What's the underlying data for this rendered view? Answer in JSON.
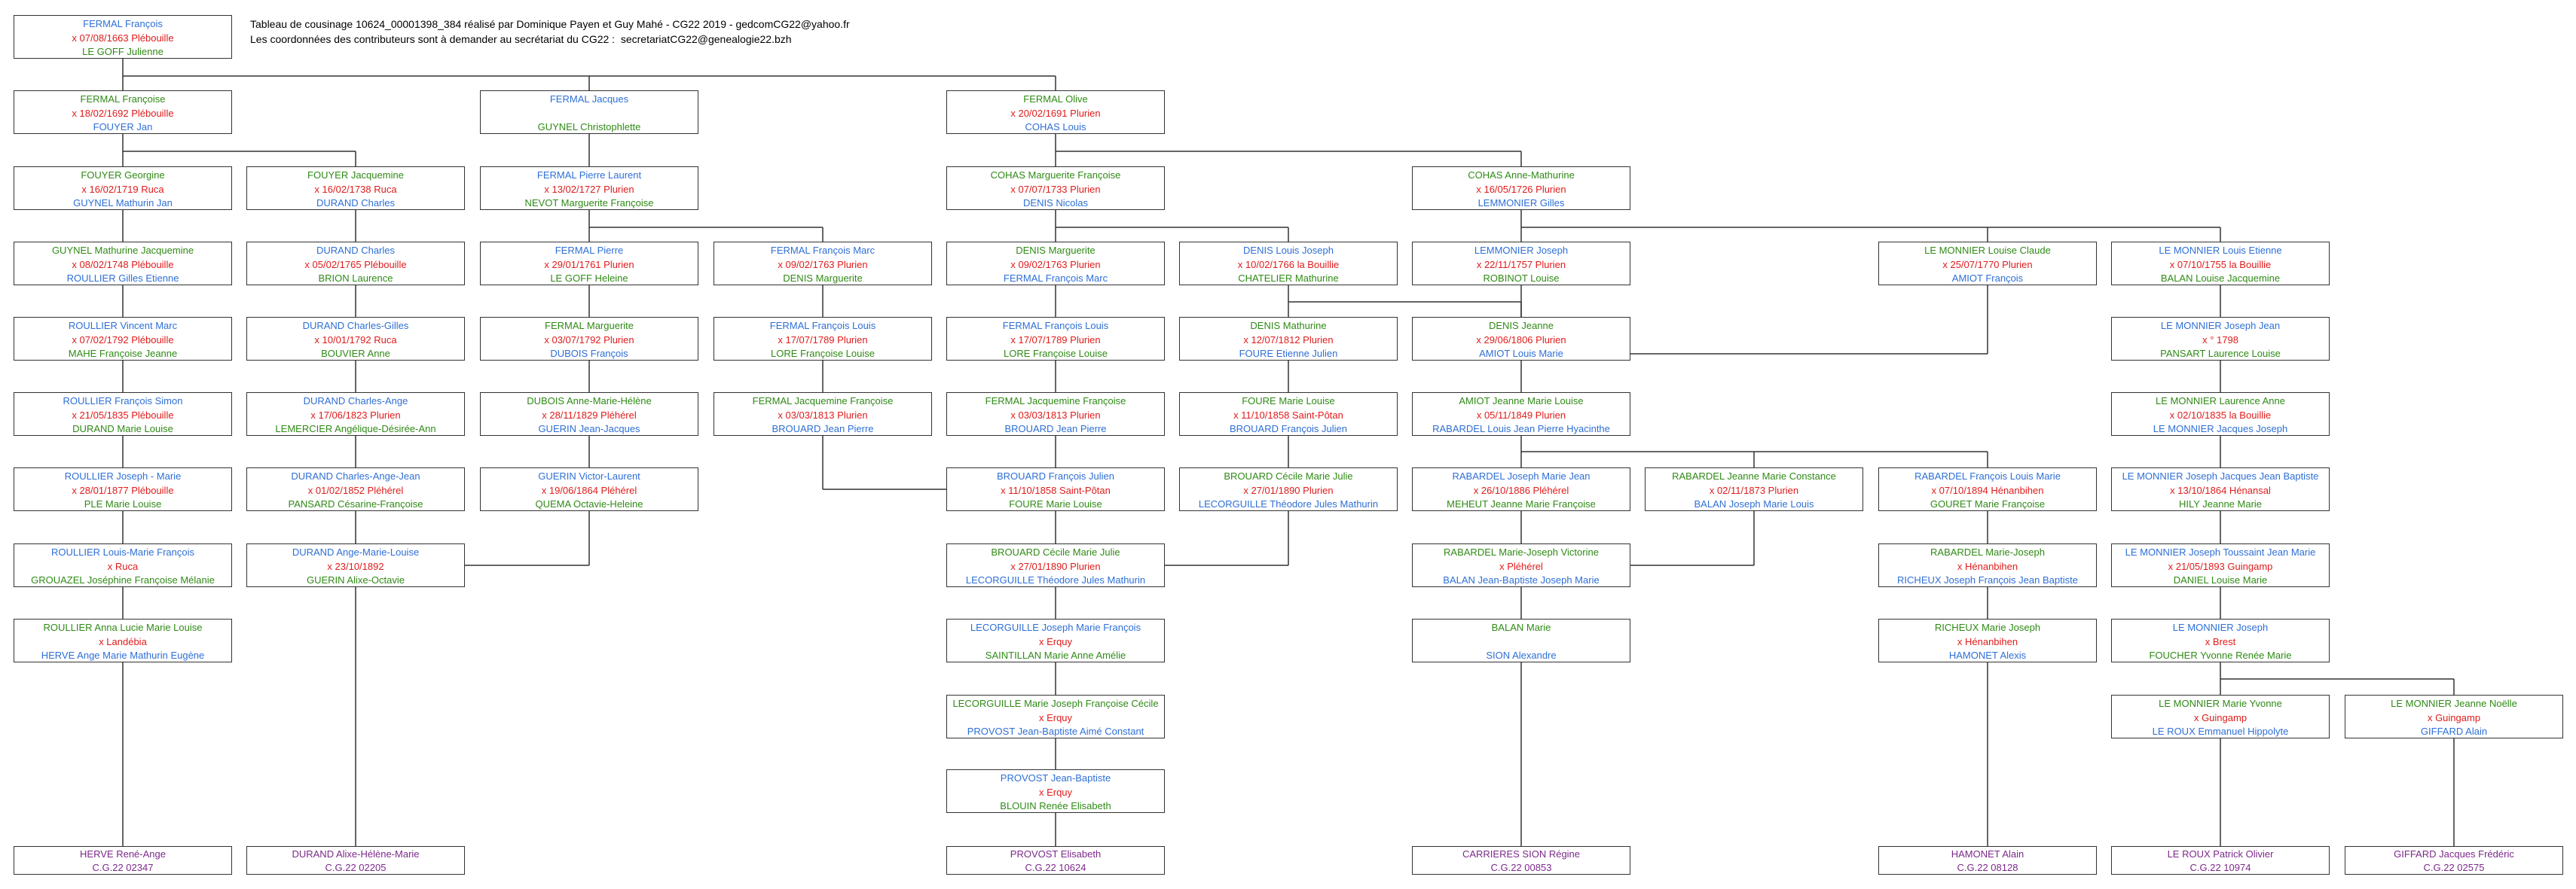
{
  "header": {
    "line1": "Tableau de cousinage 10624_00001398_384 réalisé par Dominique Payen et Guy Mahé - CG22 2019 - gedcomCG22@yahoo.fr",
    "line2": "Les coordonnées des contributeurs sont à demander au secrétariat du CG22 :  secretariatCG22@genealogie22.bzh"
  },
  "colors": {
    "blue": "#2e6fd6",
    "red": "#e01b1b",
    "green": "#2f8a16",
    "purple": "#7b2a8a"
  },
  "boxes": [
    {
      "id": "a1",
      "lines": [
        {
          "t": "FERMAL François",
          "c": "blue"
        },
        {
          "t": "x 07/08/1663 Plébouille",
          "c": "red"
        },
        {
          "t": "LE GOFF Julienne",
          "c": "green"
        }
      ]
    },
    {
      "id": "b1",
      "lines": [
        {
          "t": "FERMAL Françoise",
          "c": "green"
        },
        {
          "t": "x 18/02/1692 Plébouille",
          "c": "red"
        },
        {
          "t": "FOUYER Jan",
          "c": "blue"
        }
      ]
    },
    {
      "id": "b3",
      "lines": [
        {
          "t": "FERMAL Jacques",
          "c": "blue"
        },
        {
          "t": "",
          "c": "red"
        },
        {
          "t": "GUYNEL Christophlette",
          "c": "green"
        }
      ]
    },
    {
      "id": "b5",
      "lines": [
        {
          "t": "FERMAL Olive",
          "c": "green"
        },
        {
          "t": "x 20/02/1691 Plurien",
          "c": "red"
        },
        {
          "t": "COHAS Louis",
          "c": "blue"
        }
      ]
    },
    {
      "id": "c1",
      "lines": [
        {
          "t": "FOUYER Georgine",
          "c": "green"
        },
        {
          "t": "x 16/02/1719 Ruca",
          "c": "red"
        },
        {
          "t": "GUYNEL Mathurin Jan",
          "c": "blue"
        }
      ]
    },
    {
      "id": "c2",
      "lines": [
        {
          "t": "FOUYER Jacquemine",
          "c": "green"
        },
        {
          "t": "x 16/02/1738 Ruca",
          "c": "red"
        },
        {
          "t": "DURAND Charles",
          "c": "blue"
        }
      ]
    },
    {
      "id": "c3",
      "lines": [
        {
          "t": "FERMAL Pierre Laurent",
          "c": "blue"
        },
        {
          "t": "x 13/02/1727 Plurien",
          "c": "red"
        },
        {
          "t": "NEVOT Marguerite Françoise",
          "c": "green"
        }
      ]
    },
    {
      "id": "c5",
      "lines": [
        {
          "t": "COHAS Marguerite Françoise",
          "c": "green"
        },
        {
          "t": "x 07/07/1733 Plurien",
          "c": "red"
        },
        {
          "t": "DENIS Nicolas",
          "c": "blue"
        }
      ]
    },
    {
      "id": "c7",
      "lines": [
        {
          "t": "COHAS Anne-Mathurine",
          "c": "green"
        },
        {
          "t": "x 16/05/1726 Plurien",
          "c": "red"
        },
        {
          "t": "LEMMONIER Gilles",
          "c": "blue"
        }
      ]
    },
    {
      "id": "d1",
      "lines": [
        {
          "t": "GUYNEL Mathurine Jacquemine",
          "c": "green"
        },
        {
          "t": "x 08/02/1748 Plébouille",
          "c": "red"
        },
        {
          "t": "ROULLIER Gilles Etienne",
          "c": "blue"
        }
      ]
    },
    {
      "id": "d2",
      "lines": [
        {
          "t": "DURAND Charles",
          "c": "blue"
        },
        {
          "t": "x 05/02/1765 Plébouille",
          "c": "red"
        },
        {
          "t": "BRION Laurence",
          "c": "green"
        }
      ]
    },
    {
      "id": "d3",
      "lines": [
        {
          "t": "FERMAL Pierre",
          "c": "blue"
        },
        {
          "t": "x 29/01/1761 Plurien",
          "c": "red"
        },
        {
          "t": "LE GOFF Heleine",
          "c": "green"
        }
      ]
    },
    {
      "id": "d4",
      "lines": [
        {
          "t": "FERMAL François Marc",
          "c": "blue"
        },
        {
          "t": "x 09/02/1763 Plurien",
          "c": "red"
        },
        {
          "t": "DENIS Marguerite",
          "c": "green"
        }
      ]
    },
    {
      "id": "d5",
      "lines": [
        {
          "t": "DENIS Marguerite",
          "c": "green"
        },
        {
          "t": "x 09/02/1763 Plurien",
          "c": "red"
        },
        {
          "t": "FERMAL François Marc",
          "c": "blue"
        }
      ]
    },
    {
      "id": "d6",
      "lines": [
        {
          "t": "DENIS Louis Joseph",
          "c": "blue"
        },
        {
          "t": "x 10/02/1766 la Bouillie",
          "c": "red"
        },
        {
          "t": "CHATELIER Mathurine",
          "c": "green"
        }
      ]
    },
    {
      "id": "d7",
      "lines": [
        {
          "t": "LEMMONIER Joseph",
          "c": "blue"
        },
        {
          "t": "x 22/11/1757 Plurien",
          "c": "red"
        },
        {
          "t": "ROBINOT Louise",
          "c": "green"
        }
      ]
    },
    {
      "id": "d9",
      "lines": [
        {
          "t": "LE MONNIER Louise Claude",
          "c": "green"
        },
        {
          "t": "x 25/07/1770 Plurien",
          "c": "red"
        },
        {
          "t": "AMIOT François",
          "c": "blue"
        }
      ]
    },
    {
      "id": "d10",
      "lines": [
        {
          "t": "LE MONNIER Louis Etienne",
          "c": "blue"
        },
        {
          "t": "x 07/10/1755 la Bouillie",
          "c": "red"
        },
        {
          "t": "BALAN Louise Jacquemine",
          "c": "green"
        }
      ]
    },
    {
      "id": "e1",
      "lines": [
        {
          "t": "ROULLIER Vincent Marc",
          "c": "blue"
        },
        {
          "t": "x 07/02/1792 Plébouille",
          "c": "red"
        },
        {
          "t": "MAHE Françoise Jeanne",
          "c": "green"
        }
      ]
    },
    {
      "id": "e2",
      "lines": [
        {
          "t": "DURAND Charles-Gilles",
          "c": "blue"
        },
        {
          "t": "x 10/01/1792 Ruca",
          "c": "red"
        },
        {
          "t": "BOUVIER Anne",
          "c": "green"
        }
      ]
    },
    {
      "id": "e3",
      "lines": [
        {
          "t": "FERMAL Marguerite",
          "c": "green"
        },
        {
          "t": "x 03/07/1792 Plurien",
          "c": "red"
        },
        {
          "t": "DUBOIS François",
          "c": "blue"
        }
      ]
    },
    {
      "id": "e4",
      "lines": [
        {
          "t": "FERMAL François Louis",
          "c": "blue"
        },
        {
          "t": "x 17/07/1789 Plurien",
          "c": "red"
        },
        {
          "t": "LORE Françoise Louise",
          "c": "green"
        }
      ]
    },
    {
      "id": "e5",
      "lines": [
        {
          "t": "FERMAL François Louis",
          "c": "blue"
        },
        {
          "t": "x 17/07/1789 Plurien",
          "c": "red"
        },
        {
          "t": "LORE Françoise Louise",
          "c": "green"
        }
      ]
    },
    {
      "id": "e6",
      "lines": [
        {
          "t": "DENIS Mathurine",
          "c": "green"
        },
        {
          "t": "x 12/07/1812 Plurien",
          "c": "red"
        },
        {
          "t": "FOURE Etienne Julien",
          "c": "blue"
        }
      ]
    },
    {
      "id": "e7",
      "lines": [
        {
          "t": "DENIS Jeanne",
          "c": "green"
        },
        {
          "t": "x 29/06/1806 Plurien",
          "c": "red"
        },
        {
          "t": "AMIOT Louis Marie",
          "c": "blue"
        }
      ]
    },
    {
      "id": "e10",
      "lines": [
        {
          "t": "LE MONNIER Joseph Jean",
          "c": "blue"
        },
        {
          "t": "x ° 1798",
          "c": "red"
        },
        {
          "t": "PANSART Laurence Louise",
          "c": "green"
        }
      ]
    },
    {
      "id": "f1",
      "lines": [
        {
          "t": "ROULLIER François Simon",
          "c": "blue"
        },
        {
          "t": "x 21/05/1835 Plébouille",
          "c": "red"
        },
        {
          "t": "DURAND Marie Louise",
          "c": "green"
        }
      ]
    },
    {
      "id": "f2",
      "lines": [
        {
          "t": "DURAND Charles-Ange",
          "c": "blue"
        },
        {
          "t": "x 17/06/1823 Plurien",
          "c": "red"
        },
        {
          "t": "LEMERCIER Angélique-Désirée-Ann",
          "c": "green"
        }
      ]
    },
    {
      "id": "f3",
      "lines": [
        {
          "t": "DUBOIS Anne-Marie-Hélène",
          "c": "green"
        },
        {
          "t": "x 28/11/1829 Pléhérel",
          "c": "red"
        },
        {
          "t": "GUERIN Jean-Jacques",
          "c": "blue"
        }
      ]
    },
    {
      "id": "f4",
      "lines": [
        {
          "t": "FERMAL Jacquemine Françoise",
          "c": "green"
        },
        {
          "t": "x 03/03/1813 Plurien",
          "c": "red"
        },
        {
          "t": "BROUARD Jean Pierre",
          "c": "blue"
        }
      ]
    },
    {
      "id": "f5",
      "lines": [
        {
          "t": "FERMAL Jacquemine Françoise",
          "c": "green"
        },
        {
          "t": "x 03/03/1813 Plurien",
          "c": "red"
        },
        {
          "t": "BROUARD Jean Pierre",
          "c": "blue"
        }
      ]
    },
    {
      "id": "f6",
      "lines": [
        {
          "t": "FOURE Marie Louise",
          "c": "green"
        },
        {
          "t": "x 11/10/1858 Saint-Pôtan",
          "c": "red"
        },
        {
          "t": "BROUARD François Julien",
          "c": "blue"
        }
      ]
    },
    {
      "id": "f7",
      "lines": [
        {
          "t": "AMIOT Jeanne Marie Louise",
          "c": "green"
        },
        {
          "t": "x 05/11/1849 Plurien",
          "c": "red"
        },
        {
          "t": "RABARDEL Louis Jean Pierre Hyacinthe",
          "c": "blue"
        }
      ]
    },
    {
      "id": "f10",
      "lines": [
        {
          "t": "LE MONNIER Laurence Anne",
          "c": "green"
        },
        {
          "t": "x 02/10/1835 la Bouillie",
          "c": "red"
        },
        {
          "t": "LE MONNIER Jacques Joseph",
          "c": "blue"
        }
      ]
    },
    {
      "id": "g1",
      "lines": [
        {
          "t": "ROULLIER Joseph - Marie",
          "c": "blue"
        },
        {
          "t": "x 28/01/1877 Plébouille",
          "c": "red"
        },
        {
          "t": "PLE Marie Louise",
          "c": "green"
        }
      ]
    },
    {
      "id": "g2",
      "lines": [
        {
          "t": "DURAND Charles-Ange-Jean",
          "c": "blue"
        },
        {
          "t": "x 01/02/1852 Pléhérel",
          "c": "red"
        },
        {
          "t": "PANSARD Césarine-Françoise",
          "c": "green"
        }
      ]
    },
    {
      "id": "g3",
      "lines": [
        {
          "t": "GUERIN Victor-Laurent",
          "c": "blue"
        },
        {
          "t": "x 19/06/1864 Pléhérel",
          "c": "red"
        },
        {
          "t": "QUEMA Octavie-Heleine",
          "c": "green"
        }
      ]
    },
    {
      "id": "g5",
      "lines": [
        {
          "t": "BROUARD François Julien",
          "c": "blue"
        },
        {
          "t": "x 11/10/1858 Saint-Pôtan",
          "c": "red"
        },
        {
          "t": "FOURE Marie Louise",
          "c": "green"
        }
      ]
    },
    {
      "id": "g6",
      "lines": [
        {
          "t": "BROUARD Cécile Marie Julie",
          "c": "green"
        },
        {
          "t": "x 27/01/1890 Plurien",
          "c": "red"
        },
        {
          "t": "LECORGUILLE Théodore Jules Mathurin",
          "c": "blue"
        }
      ]
    },
    {
      "id": "g7",
      "lines": [
        {
          "t": "RABARDEL Joseph Marie Jean",
          "c": "blue"
        },
        {
          "t": "x 26/10/1886 Pléhérel",
          "c": "red"
        },
        {
          "t": "MEHEUT Jeanne Marie Françoise",
          "c": "green"
        }
      ]
    },
    {
      "id": "g8",
      "lines": [
        {
          "t": "RABARDEL Jeanne Marie Constance",
          "c": "green"
        },
        {
          "t": "x 02/11/1873 Plurien",
          "c": "red"
        },
        {
          "t": "BALAN Joseph Marie Louis",
          "c": "blue"
        }
      ]
    },
    {
      "id": "g9",
      "lines": [
        {
          "t": "RABARDEL François Louis Marie",
          "c": "blue"
        },
        {
          "t": "x 07/10/1894 Hénanbihen",
          "c": "red"
        },
        {
          "t": "GOURET Marie Françoise",
          "c": "green"
        }
      ]
    },
    {
      "id": "g10",
      "lines": [
        {
          "t": "LE MONNIER Joseph Jacques Jean Baptiste",
          "c": "blue"
        },
        {
          "t": "x 13/10/1864 Hénansal",
          "c": "red"
        },
        {
          "t": "HILY Jeanne Marie",
          "c": "green"
        }
      ]
    },
    {
      "id": "h1",
      "lines": [
        {
          "t": "ROULLIER Louis-Marie François",
          "c": "blue"
        },
        {
          "t": "x           Ruca",
          "c": "red"
        },
        {
          "t": "GROUAZEL Joséphine Françoise  Mélanie",
          "c": "green"
        }
      ]
    },
    {
      "id": "h2",
      "lines": [
        {
          "t": "DURAND Ange-Marie-Louise",
          "c": "blue"
        },
        {
          "t": "x 23/10/1892",
          "c": "red"
        },
        {
          "t": "GUERIN Alixe-Octavie",
          "c": "green"
        }
      ]
    },
    {
      "id": "h5",
      "lines": [
        {
          "t": "BROUARD Cécile Marie Julie",
          "c": "green"
        },
        {
          "t": "x 27/01/1890 Plurien",
          "c": "red"
        },
        {
          "t": "LECORGUILLE Théodore Jules Mathurin",
          "c": "blue"
        }
      ]
    },
    {
      "id": "h7",
      "lines": [
        {
          "t": "RABARDEL Marie-Joseph Victorine",
          "c": "green"
        },
        {
          "t": "x           Pléhérel",
          "c": "red"
        },
        {
          "t": "BALAN Jean-Baptiste Joseph Marie",
          "c": "blue"
        }
      ]
    },
    {
      "id": "h9",
      "lines": [
        {
          "t": "RABARDEL Marie-Joseph",
          "c": "green"
        },
        {
          "t": "x           Hénanbihen",
          "c": "red"
        },
        {
          "t": "RICHEUX Joseph François Jean Baptiste",
          "c": "blue"
        }
      ]
    },
    {
      "id": "h10",
      "lines": [
        {
          "t": "LE MONNIER Joseph Toussaint Jean Marie",
          "c": "blue"
        },
        {
          "t": "x 21/05/1893 Guingamp",
          "c": "red"
        },
        {
          "t": "DANIEL Louise Marie",
          "c": "green"
        }
      ]
    },
    {
      "id": "i1",
      "lines": [
        {
          "t": "ROULLIER Anna Lucie  Marie  Louise",
          "c": "green"
        },
        {
          "t": "x           Landébia",
          "c": "red"
        },
        {
          "t": "HERVE Ange Marie Mathurin  Eugène",
          "c": "blue"
        }
      ]
    },
    {
      "id": "i5",
      "lines": [
        {
          "t": "LECORGUILLE Joseph Marie François",
          "c": "blue"
        },
        {
          "t": "x           Erquy",
          "c": "red"
        },
        {
          "t": "SAINTILLAN Marie Anne Amélie",
          "c": "green"
        }
      ]
    },
    {
      "id": "i7",
      "lines": [
        {
          "t": "BALAN Marie",
          "c": "green"
        },
        {
          "t": "",
          "c": "red"
        },
        {
          "t": "SION Alexandre",
          "c": "blue"
        }
      ]
    },
    {
      "id": "i9",
      "lines": [
        {
          "t": "RICHEUX Marie Joseph",
          "c": "green"
        },
        {
          "t": "x           Hénanbihen",
          "c": "red"
        },
        {
          "t": "HAMONET Alexis",
          "c": "blue"
        }
      ]
    },
    {
      "id": "i10",
      "lines": [
        {
          "t": "LE MONNIER Joseph",
          "c": "blue"
        },
        {
          "t": "x           Brest",
          "c": "red"
        },
        {
          "t": "FOUCHER Yvonne Renée Marie",
          "c": "green"
        }
      ]
    },
    {
      "id": "j5",
      "lines": [
        {
          "t": "LECORGUILLE Marie Joseph Françoise Cécile",
          "c": "green"
        },
        {
          "t": "x           Erquy",
          "c": "red"
        },
        {
          "t": "PROVOST Jean-Baptiste Aimé Constant",
          "c": "blue"
        }
      ]
    },
    {
      "id": "j10",
      "lines": [
        {
          "t": "LE MONNIER Marie Yvonne",
          "c": "green"
        },
        {
          "t": "x           Guingamp",
          "c": "red"
        },
        {
          "t": "LE ROUX Emmanuel Hippolyte",
          "c": "blue"
        }
      ]
    },
    {
      "id": "j11",
      "lines": [
        {
          "t": "LE MONNIER Jeanne Noëlle",
          "c": "green"
        },
        {
          "t": "x           Guingamp",
          "c": "red"
        },
        {
          "t": "GIFFARD Alain",
          "c": "blue"
        }
      ]
    },
    {
      "id": "k5",
      "lines": [
        {
          "t": "PROVOST Jean-Baptiste",
          "c": "blue"
        },
        {
          "t": "x           Erquy",
          "c": "red"
        },
        {
          "t": "BLOUIN Renée Elisabeth",
          "c": "green"
        }
      ]
    },
    {
      "id": "z1",
      "lines": [
        {
          "t": "HERVE René-Ange",
          "c": "purple"
        },
        {
          "t": "C.G.22 02347",
          "c": "purple"
        }
      ]
    },
    {
      "id": "z2",
      "lines": [
        {
          "t": "DURAND Alixe-Hélène-Marie",
          "c": "purple"
        },
        {
          "t": "C.G.22 02205",
          "c": "purple"
        }
      ]
    },
    {
      "id": "z5",
      "lines": [
        {
          "t": "PROVOST Elisabeth",
          "c": "purple"
        },
        {
          "t": "C.G.22 10624",
          "c": "purple"
        }
      ]
    },
    {
      "id": "z7",
      "lines": [
        {
          "t": "CARRIERES SION Régine",
          "c": "purple"
        },
        {
          "t": "C.G.22 00853",
          "c": "purple"
        }
      ]
    },
    {
      "id": "z9",
      "lines": [
        {
          "t": "HAMONET Alain",
          "c": "purple"
        },
        {
          "t": "C.G.22 08128",
          "c": "purple"
        }
      ]
    },
    {
      "id": "z10",
      "lines": [
        {
          "t": "LE ROUX Patrick Olivier",
          "c": "purple"
        },
        {
          "t": "C.G.22 10974",
          "c": "purple"
        }
      ]
    },
    {
      "id": "z11",
      "lines": [
        {
          "t": "GIFFARD Jacques Frédéric",
          "c": "purple"
        },
        {
          "t": "C.G.22 02575",
          "c": "purple"
        }
      ]
    }
  ]
}
